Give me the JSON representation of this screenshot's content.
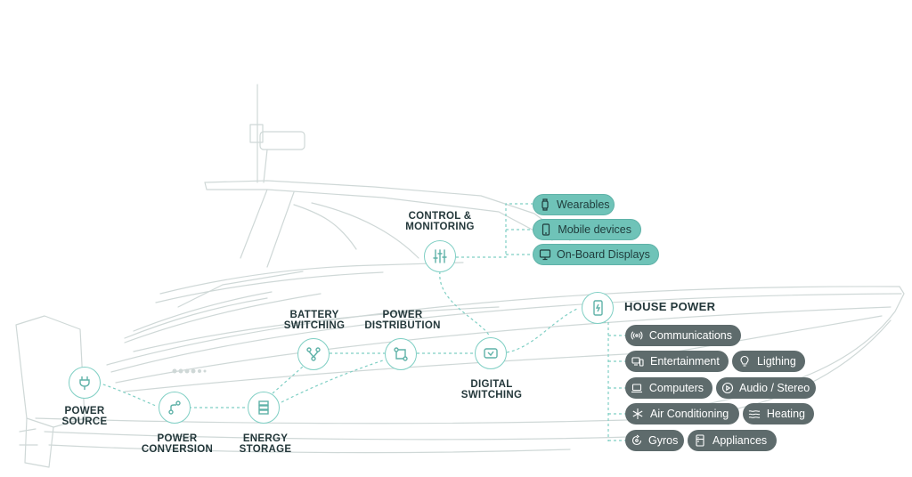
{
  "colors": {
    "accent": "#7fcfc4",
    "teal_pill": "#6fc3b8",
    "dark_pill": "#5e6b6c",
    "line": "#c9d4d3"
  },
  "labels": {
    "control_monitoring": [
      "CONTROL &",
      "MONITORING"
    ],
    "battery_switching": [
      "BATTERY",
      "SWITCHING"
    ],
    "power_distribution": [
      "POWER",
      "DISTRIBUTION"
    ],
    "digital_switching": [
      "DIGITAL",
      "SWITCHING"
    ],
    "power_source": [
      "POWER",
      "SOURCE"
    ],
    "power_conversion": [
      "POWER",
      "CONVERSION"
    ],
    "energy_storage": [
      "ENERGY",
      "STORAGE"
    ],
    "house_power": "HOUSE POWER"
  },
  "control_outputs": [
    {
      "label": "Wearables",
      "icon": "watch-icon"
    },
    {
      "label": "Mobile devices",
      "icon": "smartphone-icon"
    },
    {
      "label": "On-Board Displays",
      "icon": "monitor-icon"
    }
  ],
  "house_loads": {
    "communications": {
      "label": "Communications",
      "icon": "broadcast-icon"
    },
    "entertainment": {
      "label": "Entertainment",
      "icon": "media-devices-icon"
    },
    "lighting": {
      "label": "Ligthing",
      "icon": "lightbulb-icon"
    },
    "computers": {
      "label": "Computers",
      "icon": "laptop-icon"
    },
    "audio_stereo": {
      "label": "Audio / Stereo",
      "icon": "play-circle-icon"
    },
    "air_conditioning": {
      "label": "Air Conditioning",
      "icon": "snowflake-icon"
    },
    "heating": {
      "label": "Heating",
      "icon": "heat-waves-icon"
    },
    "gyros": {
      "label": "Gyros",
      "icon": "gyro-icon"
    },
    "appliances": {
      "label": "Appliances",
      "icon": "fridge-icon"
    }
  }
}
